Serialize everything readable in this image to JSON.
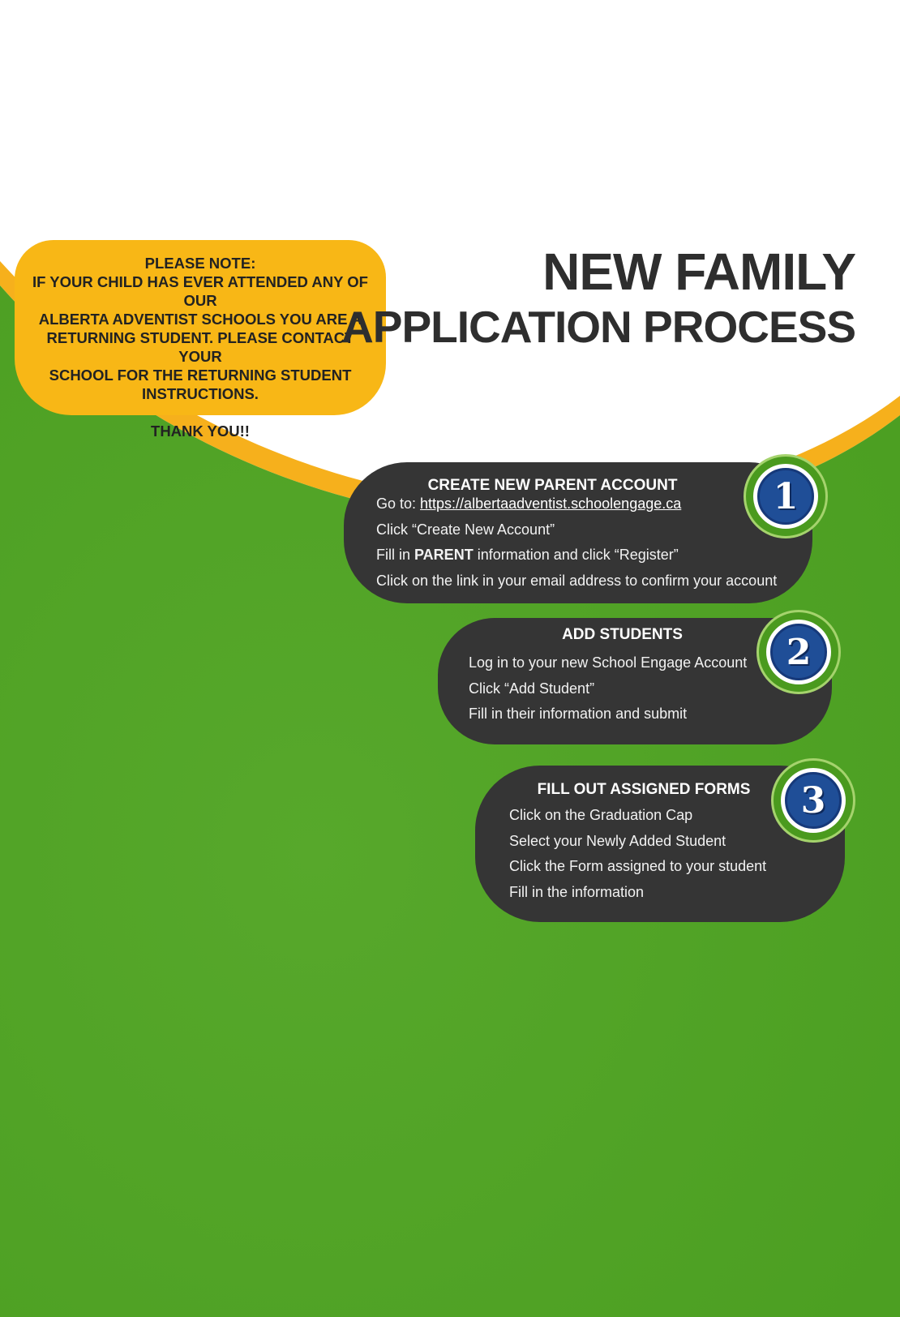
{
  "note": {
    "heading": "PLEASE NOTE:",
    "lines": [
      "IF YOUR CHILD HAS EVER ATTENDED ANY OF OUR",
      "ALBERTA ADVENTIST  SCHOOLS YOU ARE A",
      "RETURNING STUDENT. PLEASE CONTACT YOUR",
      "SCHOOL FOR THE RETURNING STUDENT",
      "INSTRUCTIONS."
    ],
    "thanks": "THANK YOU!!"
  },
  "title": {
    "line1": "NEW FAMILY",
    "line2": "APPLICATION PROCESS"
  },
  "colors": {
    "green": "#4fa224",
    "orange": "#f6b01c",
    "card": "#353535",
    "badge_blue": "#1f4e97"
  },
  "steps": [
    {
      "number": "1",
      "heading": "CREATE  NEW PARENT ACCOUNT",
      "goto_prefix": "Go to: ",
      "link": "https://albertaadventist.schoolengage.ca",
      "line2": "Click “Create New Account”",
      "line3_prefix": "Fill in ",
      "line3_bold": "PARENT",
      "line3_suffix": " information and click “Register”",
      "line4": "Click on the link in your email address to confirm your account"
    },
    {
      "number": "2",
      "heading": "ADD STUDENTS",
      "lines": [
        "Log in to your new School Engage Account",
        "Click “Add Student”",
        "Fill in their information and submit"
      ]
    },
    {
      "number": "3",
      "heading": "FILL OUT ASSIGNED FORMS",
      "lines": [
        "Click on the Graduation Cap",
        "Select your Newly Added Student",
        "Click the Form assigned to your student",
        "Fill in the information"
      ]
    }
  ]
}
